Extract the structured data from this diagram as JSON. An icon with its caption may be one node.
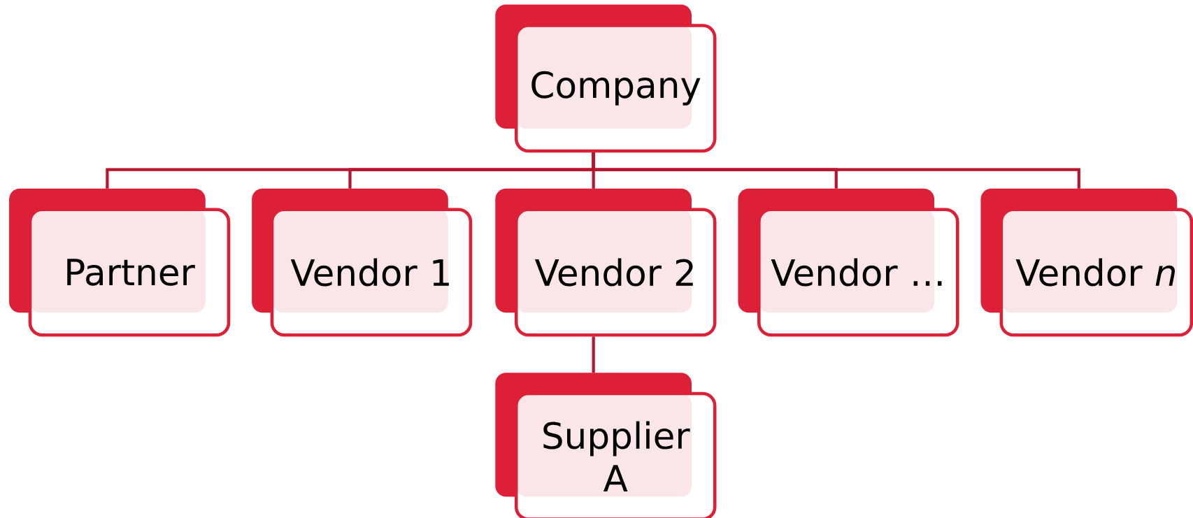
{
  "diagram": {
    "nodes": [
      {
        "text": [
          "Company"
        ]
      },
      {
        "text": [
          "Partner"
        ]
      },
      {
        "text": [
          "Vendor 1"
        ]
      },
      {
        "text": [
          "Vendor 2"
        ]
      },
      {
        "text": [
          "Vendor …"
        ]
      },
      {
        "text": [
          "Vendor *n*"
        ]
      },
      {
        "text": [
          "Supplier A"
        ]
      }
    ],
    "edges": [
      {
        "from": 0,
        "to": 1,
        "arrow": "none"
      },
      {
        "from": 0,
        "to": 2,
        "arrow": "none"
      },
      {
        "from": 0,
        "to": 3,
        "arrow": "none"
      },
      {
        "from": 0,
        "to": 4,
        "arrow": "none"
      },
      {
        "from": 0,
        "to": 5,
        "arrow": "none"
      },
      {
        "from": 3,
        "to": 6,
        "arrow": "none"
      }
    ]
  }
}
